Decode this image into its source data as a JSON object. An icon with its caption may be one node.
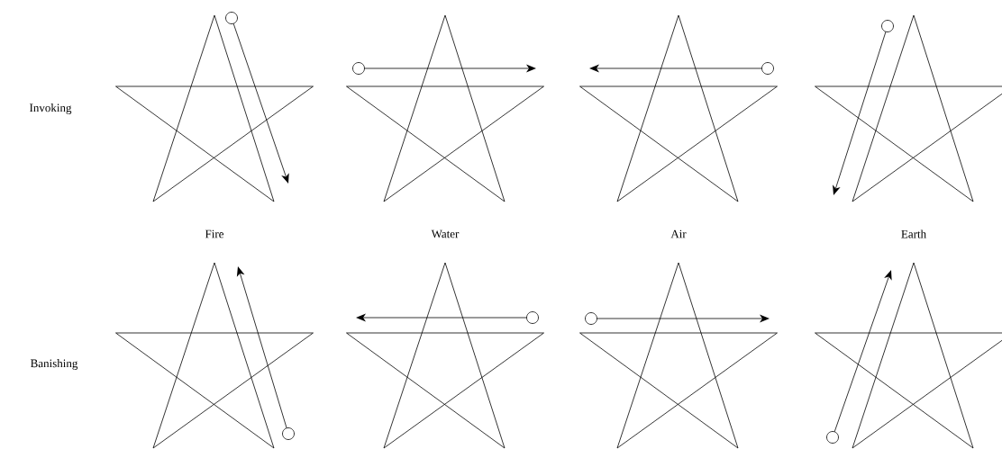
{
  "diagram": {
    "labels": [
      "Invoking",
      "Fire",
      "Water",
      "Air",
      "Earth",
      "Banishing"
    ]
  }
}
